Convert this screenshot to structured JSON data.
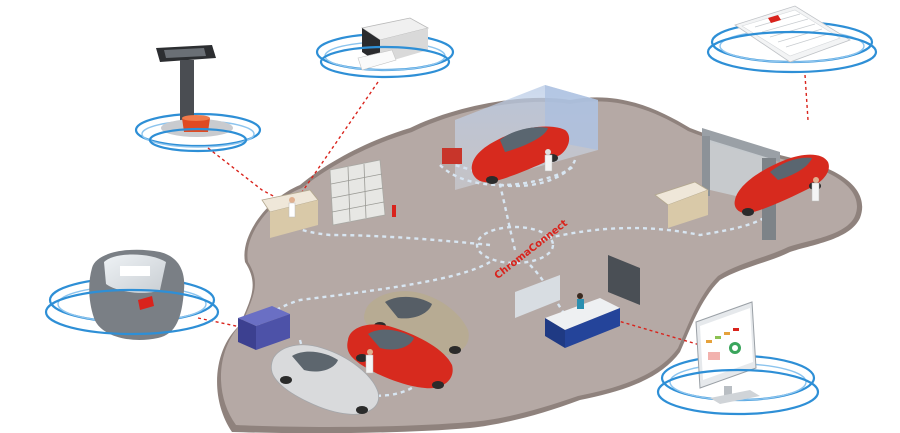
{
  "hub": {
    "label": "ChromaConnect"
  },
  "colors": {
    "floor": "#b5a9a5",
    "floor_edge": "#8f827d",
    "network": "#d8e6f2",
    "link": "#d9231c",
    "ring": "#2e8fd6",
    "car_red": "#d72a1e",
    "car_silver": "#d9dadc",
    "car_beige": "#b7ab93"
  },
  "devices": [
    {
      "name": "scale",
      "icon": "scale-icon"
    },
    {
      "name": "label-printer",
      "icon": "printer-icon"
    },
    {
      "name": "color-formula-document",
      "icon": "document-icon"
    },
    {
      "name": "spectrophotometer",
      "icon": "spectro-icon"
    },
    {
      "name": "dashboard-monitor",
      "icon": "monitor-icon"
    }
  ],
  "stations": [
    {
      "name": "mixing-room",
      "icon": "shelves-icon"
    },
    {
      "name": "spray-booth",
      "icon": "spray-booth-icon"
    },
    {
      "name": "prep-station",
      "icon": "prep-station-icon"
    },
    {
      "name": "workbench",
      "icon": "workbench-icon"
    },
    {
      "name": "reception-desk",
      "icon": "reception-icon"
    },
    {
      "name": "repair-area",
      "icon": "car-icon"
    }
  ]
}
